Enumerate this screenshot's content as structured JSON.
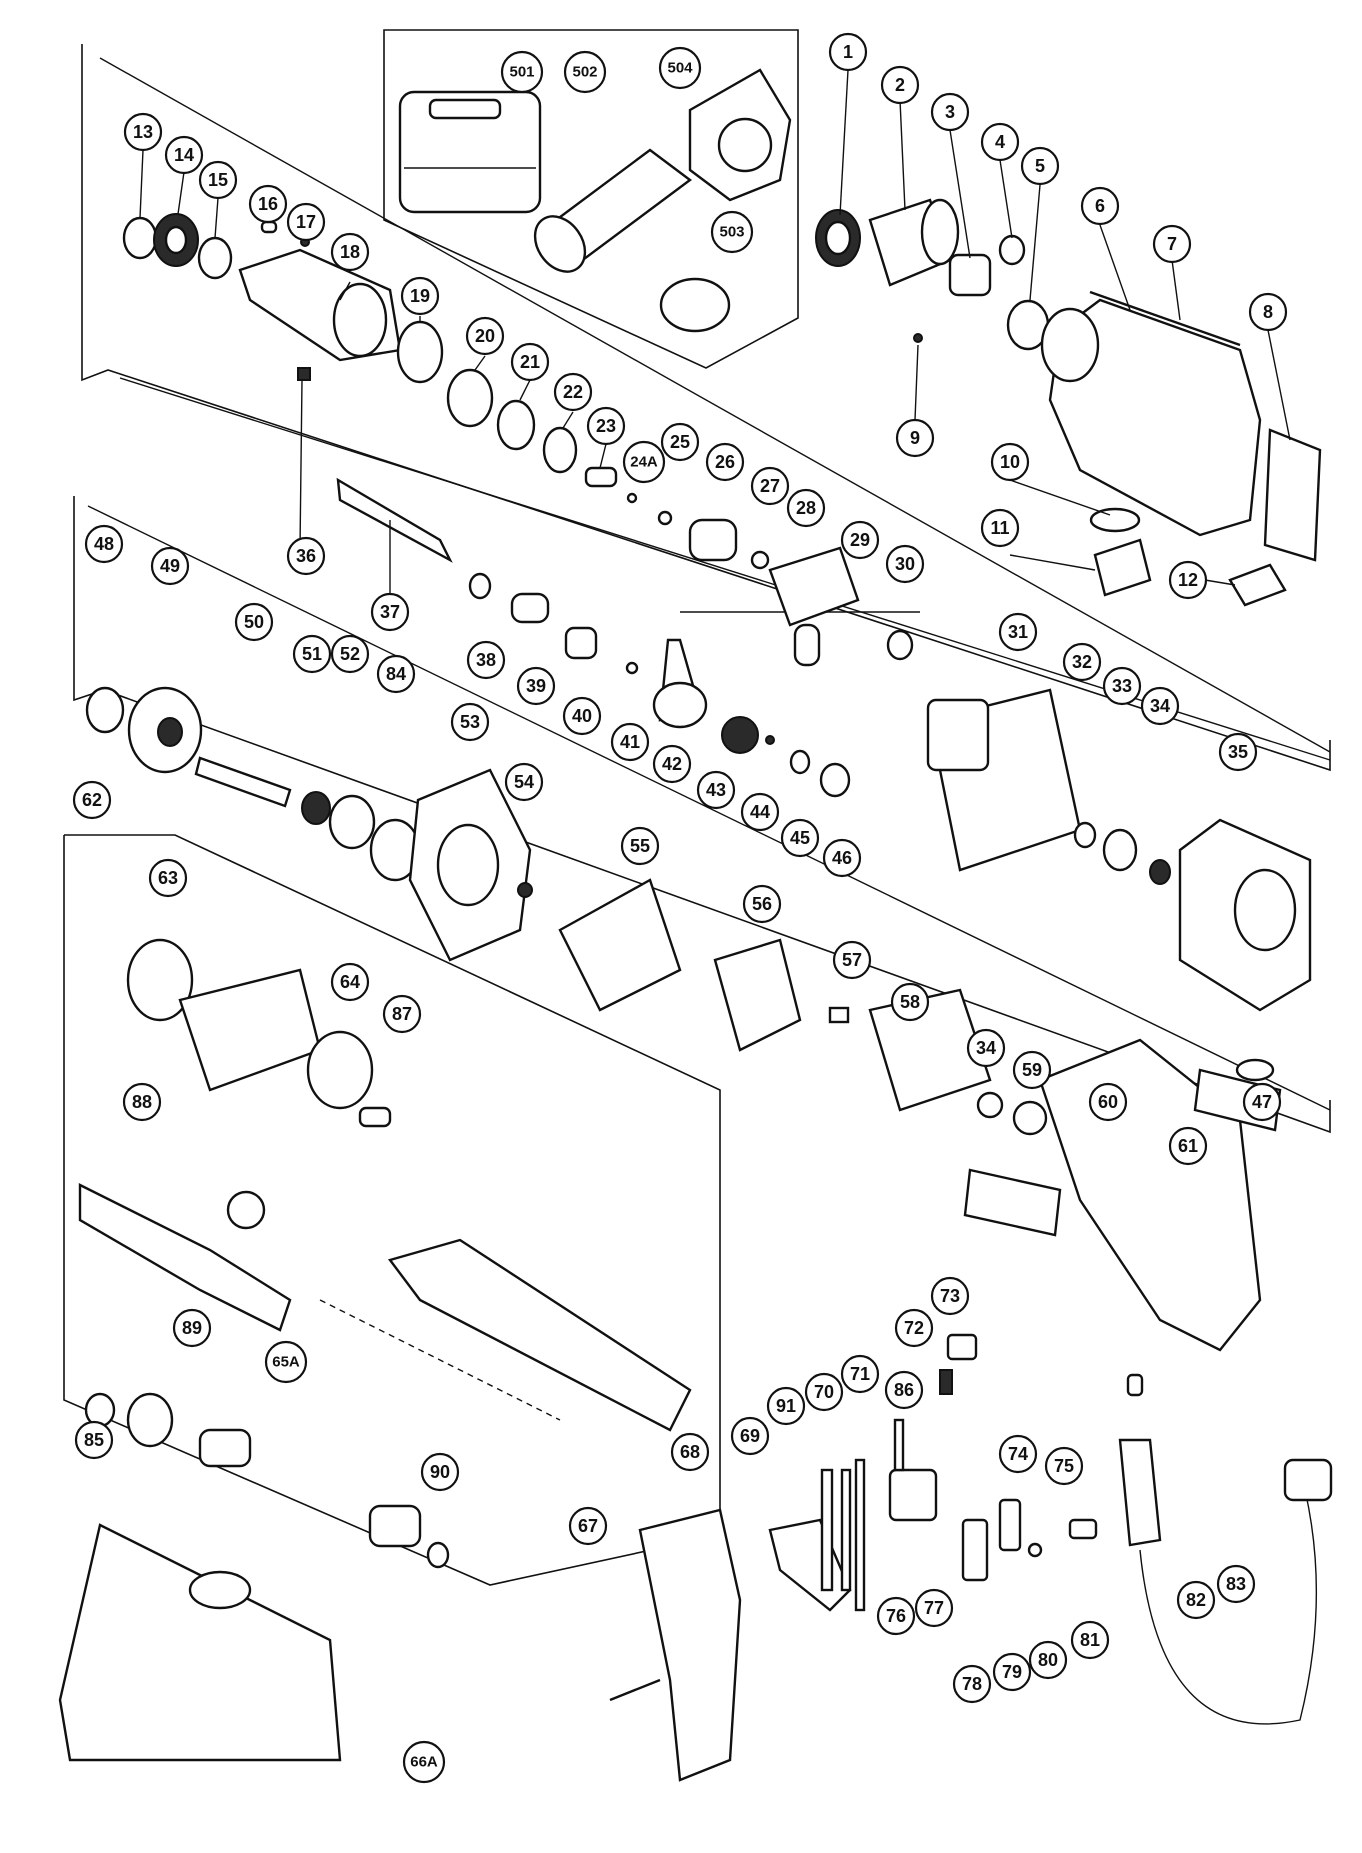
{
  "diagram": {
    "part_numbers": [
      "1",
      "2",
      "3",
      "4",
      "5",
      "6",
      "7",
      "8",
      "9",
      "10",
      "11",
      "12",
      "13",
      "14",
      "15",
      "16",
      "17",
      "18",
      "19",
      "20",
      "21",
      "22",
      "23",
      "24A",
      "25",
      "26",
      "27",
      "28",
      "29",
      "30",
      "31",
      "32",
      "33",
      "34",
      "35",
      "36",
      "37",
      "38",
      "39",
      "40",
      "41",
      "42",
      "43",
      "44",
      "45",
      "46",
      "47",
      "48",
      "49",
      "50",
      "51",
      "52",
      "53",
      "54",
      "55",
      "56",
      "57",
      "58",
      "34",
      "59",
      "60",
      "61",
      "62",
      "63",
      "64",
      "87",
      "88",
      "89",
      "65A",
      "90",
      "85",
      "66A",
      "67",
      "68",
      "69",
      "91",
      "70",
      "71",
      "72",
      "73",
      "86",
      "74",
      "75",
      "76",
      "77",
      "78",
      "79",
      "80",
      "81",
      "82",
      "83",
      "84",
      "501",
      "502",
      "503",
      "504"
    ]
  }
}
